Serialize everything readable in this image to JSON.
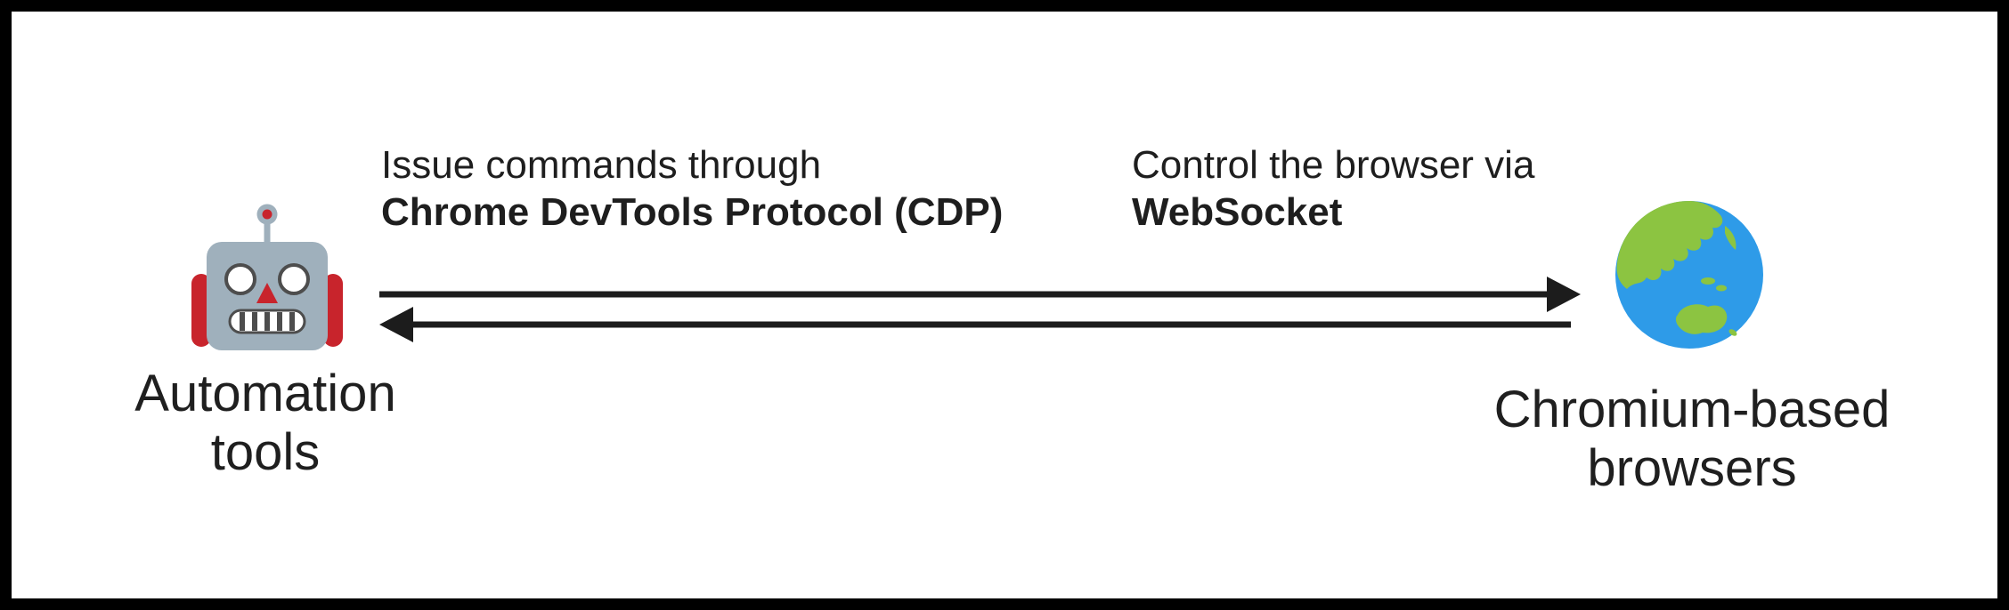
{
  "figure": {
    "left_node": {
      "icon": "robot-emoji",
      "label_line1": "Automation",
      "label_line2": "tools"
    },
    "right_node": {
      "icon": "globe-showing-asia-australia-emoji",
      "label_line1": "Chromium-based",
      "label_line2": "browsers"
    },
    "annotations": {
      "left": {
        "line1": "Issue commands through",
        "line2": "Chrome DevTools Protocol (CDP)"
      },
      "right": {
        "line1": "Control the browser via",
        "line2": "WebSocket"
      }
    },
    "arrows": [
      {
        "name": "top-arrow",
        "direction": "right",
        "from": "Automation tools",
        "to": "Chromium-based browsers"
      },
      {
        "name": "bottom-arrow",
        "direction": "left",
        "from": "Chromium-based browsers",
        "to": "Automation tools"
      }
    ],
    "colors": {
      "background": "#ffffff",
      "frame": "#000000",
      "text": "#1f1f1f",
      "arrow": "#1c1c1c",
      "robot_head": "#9FB0BC",
      "robot_accent": "#C8242C",
      "globe_ocean": "#2E9BE8",
      "globe_land": "#8CC441"
    }
  }
}
